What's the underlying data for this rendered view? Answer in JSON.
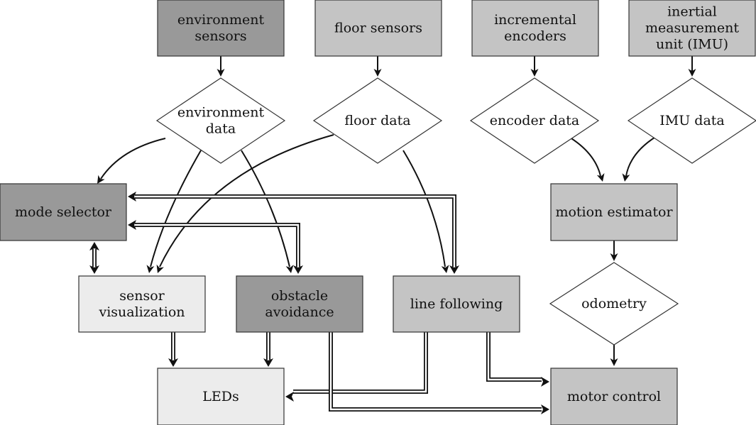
{
  "colors": {
    "dark": "#999999",
    "medium": "#c4c4c4",
    "light": "#ececec",
    "diamond": "#ffffff",
    "line": "#111111"
  },
  "nodes": {
    "environment_sensors": {
      "lines": [
        "environment",
        "sensors"
      ],
      "shade": "dark"
    },
    "floor_sensors": {
      "lines": [
        "floor sensors"
      ],
      "shade": "medium"
    },
    "incremental_encoders": {
      "lines": [
        "incremental",
        "encoders"
      ],
      "shade": "medium"
    },
    "imu": {
      "lines": [
        "inertial",
        "measurement",
        "unit (IMU)"
      ],
      "shade": "medium"
    },
    "environment_data": {
      "lines": [
        "environment",
        "data"
      ]
    },
    "floor_data": {
      "lines": [
        "floor data"
      ]
    },
    "encoder_data": {
      "lines": [
        "encoder data"
      ]
    },
    "imu_data": {
      "lines": [
        "IMU data"
      ]
    },
    "mode_selector": {
      "lines": [
        "mode selector"
      ],
      "shade": "dark"
    },
    "motion_estimator": {
      "lines": [
        "motion estimator"
      ],
      "shade": "medium"
    },
    "sensor_visualization": {
      "lines": [
        "sensor",
        "visualization"
      ],
      "shade": "light"
    },
    "obstacle_avoidance": {
      "lines": [
        "obstacle",
        "avoidance"
      ],
      "shade": "dark"
    },
    "line_following": {
      "lines": [
        "line following"
      ],
      "shade": "medium"
    },
    "odometry": {
      "lines": [
        "odometry"
      ]
    },
    "leds": {
      "lines": [
        "LEDs"
      ],
      "shade": "light"
    },
    "motor_control": {
      "lines": [
        "motor control"
      ],
      "shade": "medium"
    }
  },
  "edges": [
    {
      "from": "environment_sensors",
      "to": "environment_data",
      "style": "single"
    },
    {
      "from": "floor_sensors",
      "to": "floor_data",
      "style": "single"
    },
    {
      "from": "incremental_encoders",
      "to": "encoder_data",
      "style": "single"
    },
    {
      "from": "imu",
      "to": "imu_data",
      "style": "single"
    },
    {
      "from": "environment_data",
      "to": "mode_selector",
      "style": "single"
    },
    {
      "from": "environment_data",
      "to": "sensor_visualization",
      "style": "single"
    },
    {
      "from": "environment_data",
      "to": "obstacle_avoidance",
      "style": "single"
    },
    {
      "from": "floor_data",
      "to": "sensor_visualization",
      "style": "single"
    },
    {
      "from": "floor_data",
      "to": "line_following",
      "style": "single"
    },
    {
      "from": "encoder_data",
      "to": "motion_estimator",
      "style": "single"
    },
    {
      "from": "imu_data",
      "to": "motion_estimator",
      "style": "single"
    },
    {
      "from": "motion_estimator",
      "to": "odometry",
      "style": "single"
    },
    {
      "from": "odometry",
      "to": "motor_control",
      "style": "single"
    },
    {
      "from": "mode_selector",
      "to": "line_following",
      "style": "double",
      "bidirectional": true
    },
    {
      "from": "mode_selector",
      "to": "obstacle_avoidance",
      "style": "double",
      "bidirectional": true
    },
    {
      "from": "mode_selector",
      "to": "sensor_visualization",
      "style": "double",
      "bidirectional": true
    },
    {
      "from": "sensor_visualization",
      "to": "leds",
      "style": "double"
    },
    {
      "from": "obstacle_avoidance",
      "to": "leds",
      "style": "double"
    },
    {
      "from": "line_following",
      "to": "leds",
      "style": "double"
    },
    {
      "from": "line_following",
      "to": "motor_control",
      "style": "double"
    },
    {
      "from": "obstacle_avoidance",
      "to": "motor_control",
      "style": "double"
    }
  ]
}
